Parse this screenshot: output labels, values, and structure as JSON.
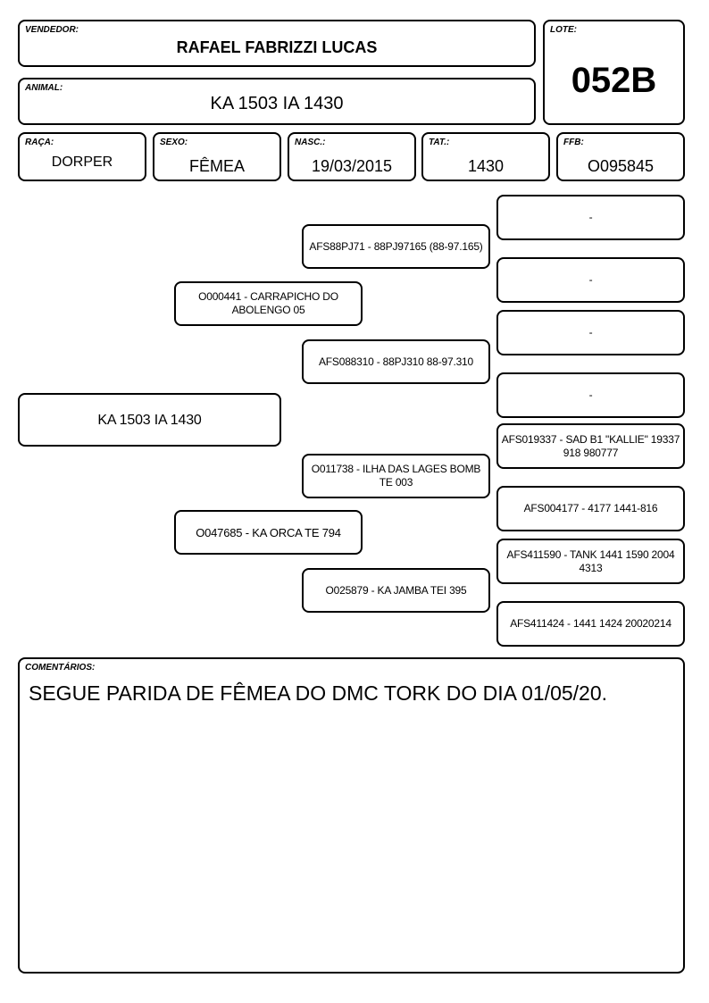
{
  "vendedor": {
    "label": "VENDEDOR:",
    "value": "RAFAEL FABRIZZI LUCAS"
  },
  "animal": {
    "label": "ANIMAL:",
    "value": "KA 1503 IA 1430"
  },
  "lote": {
    "label": "LOTE:",
    "value": "052B"
  },
  "raca": {
    "label": "RAÇA:",
    "value": "DORPER"
  },
  "sexo": {
    "label": "SEXO:",
    "value": "FÊMEA"
  },
  "nasc": {
    "label": "NASC.:",
    "value": "19/03/2015"
  },
  "tat": {
    "label": "TAT.:",
    "value": "1430"
  },
  "ffb": {
    "label": "FFB:",
    "value": "O095845"
  },
  "pedigree": {
    "animal": "KA 1503 IA 1430",
    "sire": "O000441 - CARRAPICHO DO ABOLENGO 05",
    "dam": "O047685 - KA ORCA TE 794",
    "sire_sire": "AFS88PJ71 - 88PJ97165 (88-97.165)",
    "sire_dam": "AFS088310 - 88PJ310 88-97.310",
    "dam_sire": "O011738 - ILHA DAS LAGES BOMB TE 003",
    "dam_dam": "O025879 - KA JAMBA TEI 395",
    "ggp": [
      "-",
      "-",
      "-",
      "-",
      "AFS019337 - SAD B1 \"KALLIE\" 19337 918 980777",
      "AFS004177 - 4177 1441-816",
      "AFS411590 - TANK 1441 1590 2004 4313",
      "AFS411424 - 1441 1424 20020214"
    ]
  },
  "comentarios": {
    "label": "COMENTÁRIOS:",
    "value": "SEGUE PARIDA DE FÊMEA DO DMC TORK DO DIA 01/05/20."
  }
}
